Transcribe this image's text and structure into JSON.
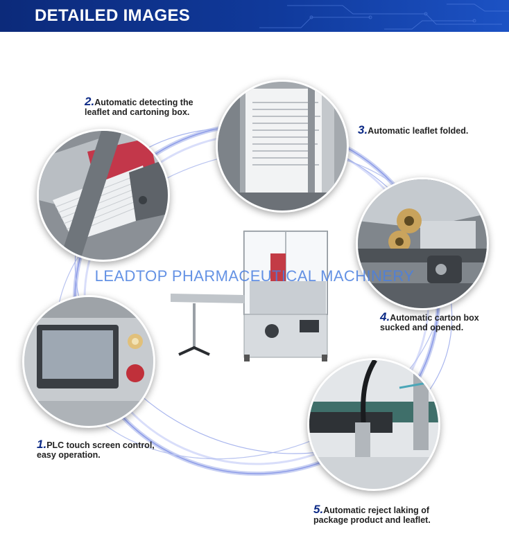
{
  "header": {
    "title": "DETAILED IMAGES",
    "background": "#103a9c"
  },
  "watermark": "LEADTOP PHARMACEUTICAL MACHINERY",
  "features": [
    {
      "number": "1.",
      "line1": "PLC touch screen control,",
      "line2": "easy operation."
    },
    {
      "number": "2.",
      "line1": "Automatic detecting the",
      "line2": "leaflet and cartoning box."
    },
    {
      "number": "3.",
      "line1": "Automatic leaflet folded.",
      "line2": ""
    },
    {
      "number": "4.",
      "line1": "Automatic carton box",
      "line2": "sucked and opened."
    },
    {
      "number": "5.",
      "line1": "Automatic reject laking of",
      "line2": "package product and leaflet."
    }
  ],
  "photo_icons": {
    "photo1": "touch-screen-panel",
    "photo2": "leaflet-stack",
    "photo3": "folded-leaflet",
    "photo4": "carton-suction-cups",
    "photo5": "reject-sensor",
    "center": "cartoning-machine"
  },
  "colors": {
    "accent": "#0c2a86",
    "orbit": "#7d8ee6",
    "watermark": "#4a7fe0"
  }
}
